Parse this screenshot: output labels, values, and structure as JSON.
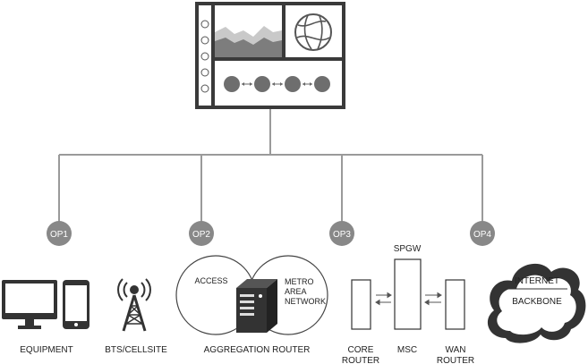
{
  "operation_points": [
    "OP1",
    "OP2",
    "OP3",
    "OP4"
  ],
  "labels": {
    "equipment": "EQUIPMENT",
    "bts": "BTS/CELLSITE",
    "aggregation": "AGGREGATION ROUTER",
    "access": "ACCESS",
    "metro_1": "METRO",
    "metro_2": "AREA",
    "metro_3": "NETWORK",
    "spgw": "SPGW",
    "core_1": "CORE",
    "core_2": "ROUTER",
    "msc": "MSC",
    "wan_1": "WAN",
    "wan_2": "ROUTER",
    "internet": "INTERNET",
    "backbone": "BACKBONE"
  },
  "colors": {
    "line": "#9a9a9a",
    "badge": "#888888",
    "dark": "#333333",
    "text": "#222222"
  }
}
